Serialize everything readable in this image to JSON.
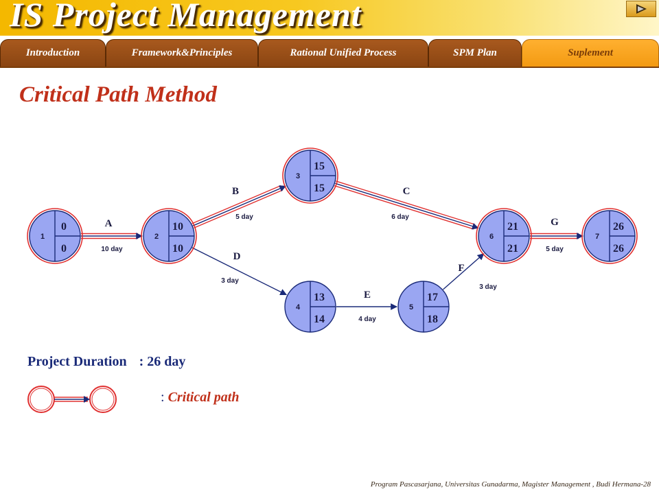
{
  "header": {
    "title": "IS Project Management",
    "play_icon": "play-icon"
  },
  "tabs": [
    {
      "label": "Introduction",
      "active": false
    },
    {
      "label": "Framework&Principles",
      "active": false
    },
    {
      "label": "Rational Unified Process",
      "active": false
    },
    {
      "label": "SPM Plan",
      "active": false
    },
    {
      "label": "Suplement",
      "active": true
    }
  ],
  "slide": {
    "title": "Critical Path Method"
  },
  "network": {
    "nodes": [
      {
        "id": "1",
        "es": "0",
        "lf": "0"
      },
      {
        "id": "2",
        "es": "10",
        "lf": "10"
      },
      {
        "id": "3",
        "es": "15",
        "lf": "15"
      },
      {
        "id": "4",
        "es": "13",
        "lf": "14"
      },
      {
        "id": "5",
        "es": "17",
        "lf": "18"
      },
      {
        "id": "6",
        "es": "21",
        "lf": "21"
      },
      {
        "id": "7",
        "es": "26",
        "lf": "26"
      }
    ],
    "activities": [
      {
        "name": "A",
        "duration": "10 day",
        "from": "1",
        "to": "2",
        "critical": true
      },
      {
        "name": "B",
        "duration": "5 day",
        "from": "2",
        "to": "3",
        "critical": true
      },
      {
        "name": "C",
        "duration": "6 day",
        "from": "3",
        "to": "6",
        "critical": true
      },
      {
        "name": "D",
        "duration": "3 day",
        "from": "2",
        "to": "4",
        "critical": false
      },
      {
        "name": "E",
        "duration": "4 day",
        "from": "4",
        "to": "5",
        "critical": false
      },
      {
        "name": "F",
        "duration": "3 day",
        "from": "5",
        "to": "6",
        "critical": false
      },
      {
        "name": "G",
        "duration": "5 day",
        "from": "6",
        "to": "7",
        "critical": true
      }
    ],
    "colors": {
      "node_fill": "#9aa6f2",
      "node_stroke": "#1a2a78",
      "critical": "#e03030",
      "normal": "#1a2a78"
    }
  },
  "summary": {
    "duration_label": "Project Duration",
    "duration_value": ": 26 day"
  },
  "legend": {
    "prefix": ":",
    "label": "Critical path"
  },
  "footer": {
    "text": "Program Pascasarjana, Universitas Gunadarma, Magister Management , Budi Hermana-28"
  }
}
